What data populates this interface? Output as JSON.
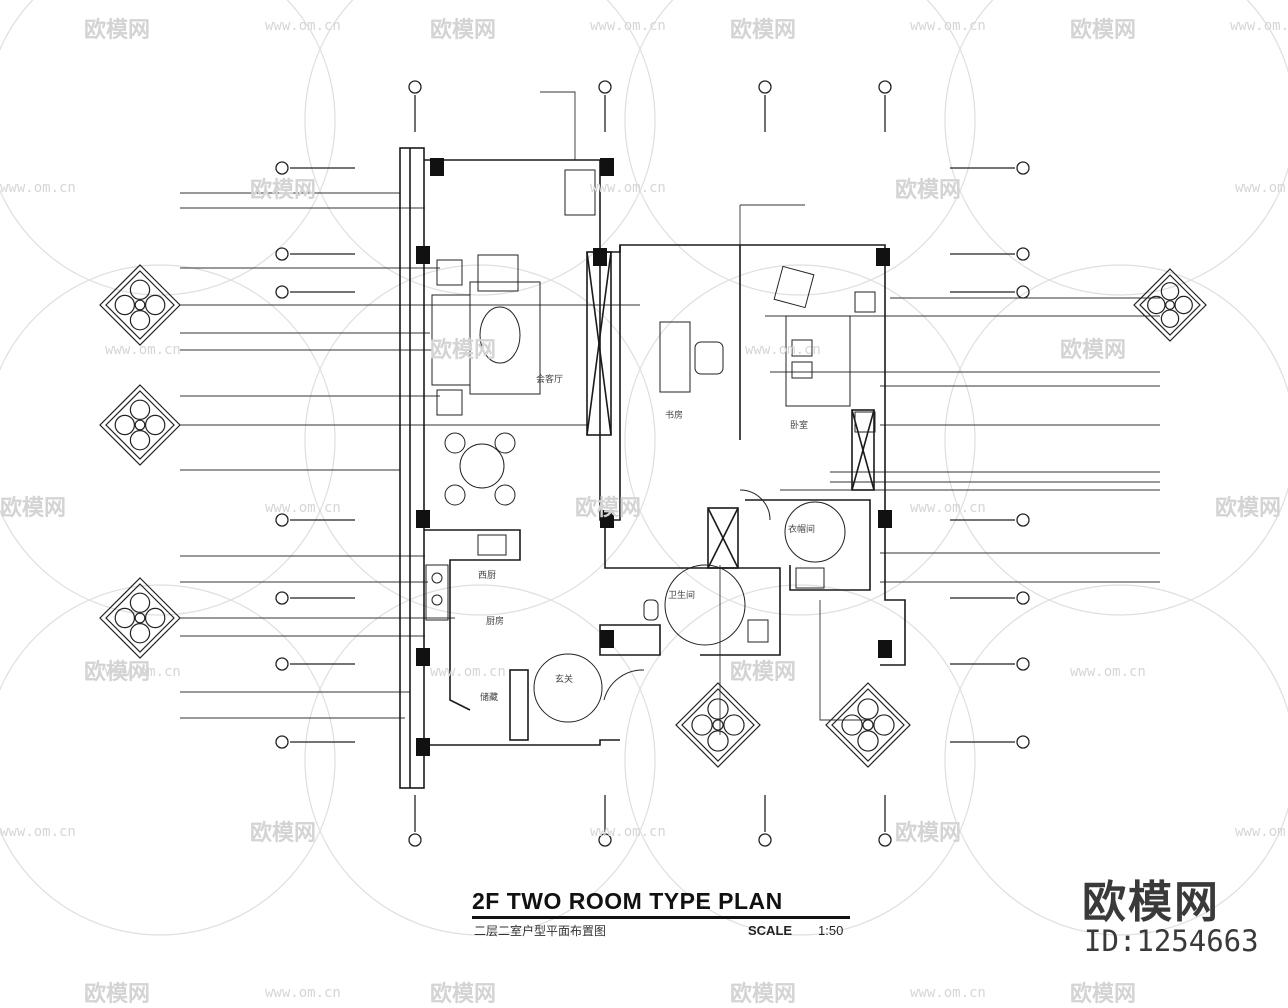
{
  "drawing": {
    "title": "2F TWO ROOM TYPE  PLAN",
    "subtitle": "二层二室户型平面布置图",
    "scale_label": "SCALE",
    "scale_value": "1:50"
  },
  "branding": {
    "logo_text": "欧模网",
    "id_text": "ID:1254663"
  },
  "watermark": {
    "logo": "欧模网",
    "url": "www.om.cn"
  },
  "rooms": {
    "meeting": "会客厅",
    "study": "书房",
    "bedroom": "卧室",
    "dressing": "衣帽间",
    "bathroom": "卫生间",
    "pantry": "西厨",
    "kitchen": "厨房",
    "foyer": "玄关",
    "storage": "储藏"
  },
  "colors": {
    "line": "#1a1a1a",
    "watermark": "#d4d4d4",
    "brand": "#3a3a3a"
  }
}
